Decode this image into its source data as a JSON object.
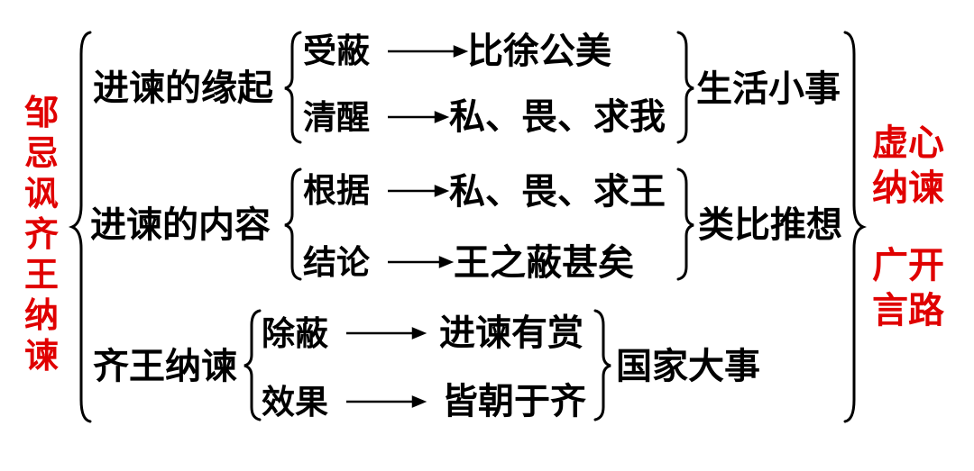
{
  "title": "邹忌讽齐王纳谏",
  "right_summary": {
    "line1": "虚心",
    "line2": "纳谏",
    "line3": "广开",
    "line4": "言路"
  },
  "colors": {
    "accent": "#e00000",
    "text": "#000000"
  },
  "sections": [
    {
      "label": "进谏的缘起",
      "rows": [
        {
          "left": "受蔽",
          "right": "比徐公美"
        },
        {
          "left": "清醒",
          "right": "私、畏、求我"
        }
      ],
      "summary": "生活小事"
    },
    {
      "label": "进谏的内容",
      "rows": [
        {
          "left": "根据",
          "right": "私、畏、求王"
        },
        {
          "left": "结论",
          "right": "王之蔽甚矣"
        }
      ],
      "summary": "类比推想"
    },
    {
      "label": "齐王纳谏",
      "rows": [
        {
          "left": "除蔽",
          "right": "进谏有赏"
        },
        {
          "left": "效果",
          "right": "皆朝于齐"
        }
      ],
      "summary": "国家大事"
    }
  ]
}
